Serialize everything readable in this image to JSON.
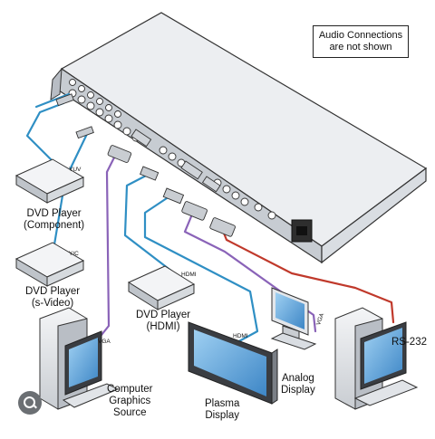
{
  "note": {
    "line1": "Audio Connections",
    "line2": "are not shown"
  },
  "devices": {
    "dvd_component": {
      "line1": "DVD Player",
      "line2": "(Component)",
      "signal": "YUV"
    },
    "dvd_svideo": {
      "line1": "DVD Player",
      "line2": "(s-Video)",
      "signal": "Y/C"
    },
    "dvd_hdmi": {
      "line1": "DVD Player",
      "line2": "(HDMI)",
      "signal": "HDMI"
    },
    "computer": {
      "line1": "Computer",
      "line2": "Graphics",
      "line3": "Source",
      "signal": "VGA"
    },
    "plasma": {
      "line1": "Plasma",
      "line2": "Display",
      "signal": "HDMI"
    },
    "analog": {
      "line1": "Analog",
      "line2": "Display",
      "signal": "VGA"
    },
    "control_pc": {
      "signal": "RS-232"
    }
  },
  "icons": {
    "search": "lens-search-icon"
  },
  "colors": {
    "component_cable": "#2f8fc4",
    "vga_cable": "#8a63b8",
    "rs232_cable": "#c0392b",
    "unit_body": "#e9ebee",
    "screen": "#6fb0e0"
  }
}
